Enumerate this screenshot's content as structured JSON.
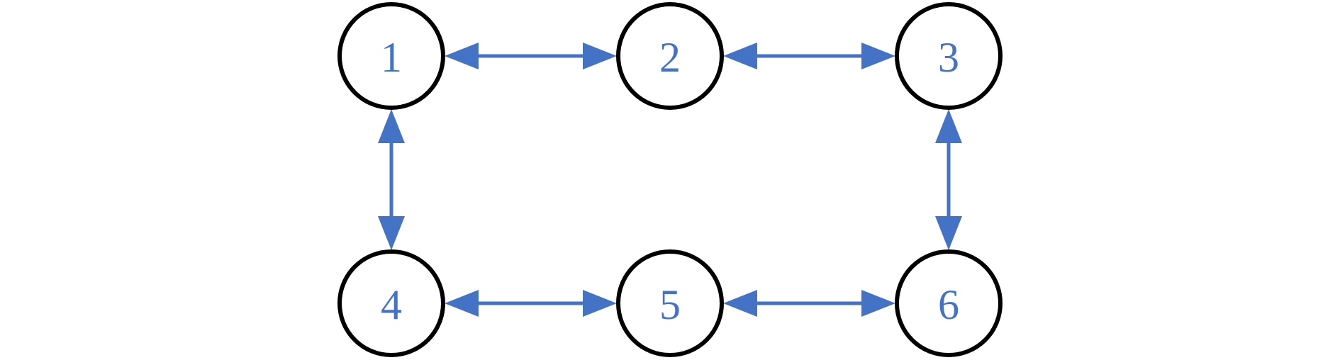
{
  "colors": {
    "edge": "#4472C4",
    "node_stroke": "#000000",
    "label": "#4472C4",
    "background": "#ffffff"
  },
  "nodes": [
    {
      "id": "1",
      "label": "1"
    },
    {
      "id": "2",
      "label": "2"
    },
    {
      "id": "3",
      "label": "3"
    },
    {
      "id": "4",
      "label": "4"
    },
    {
      "id": "5",
      "label": "5"
    },
    {
      "id": "6",
      "label": "6"
    }
  ],
  "edges": [
    {
      "from": "1",
      "to": "2",
      "bidirectional": true
    },
    {
      "from": "2",
      "to": "3",
      "bidirectional": true
    },
    {
      "from": "4",
      "to": "5",
      "bidirectional": true
    },
    {
      "from": "5",
      "to": "6",
      "bidirectional": true
    },
    {
      "from": "1",
      "to": "4",
      "bidirectional": true
    },
    {
      "from": "3",
      "to": "6",
      "bidirectional": true
    }
  ]
}
